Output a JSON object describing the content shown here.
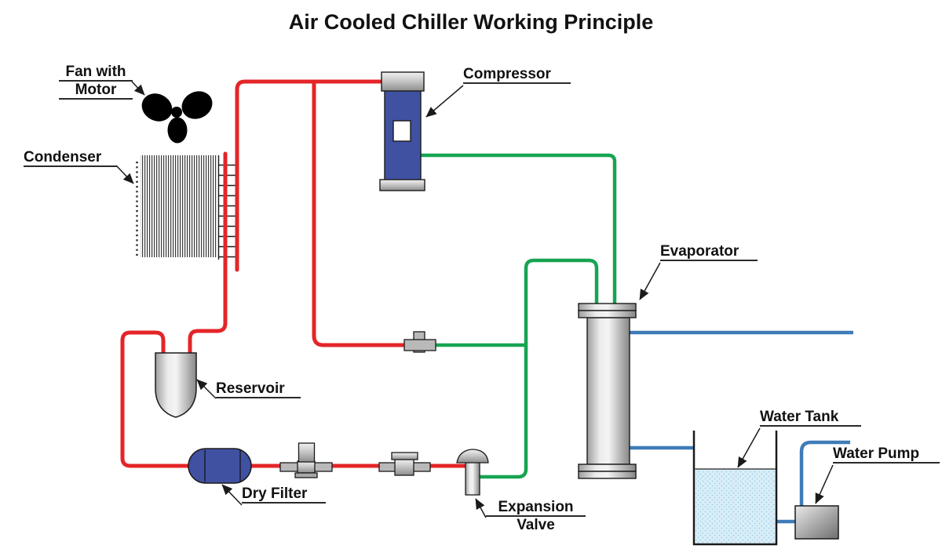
{
  "title": "Air Cooled Chiller Working Principle",
  "components": {
    "fan": {
      "label_line1": "Fan with",
      "label_line2": "Motor"
    },
    "condenser": {
      "label": "Condenser"
    },
    "compressor": {
      "label": "Compressor"
    },
    "evaporator": {
      "label": "Evaporator"
    },
    "reservoir": {
      "label": "Reservoir"
    },
    "dry_filter": {
      "label": "Dry Filter"
    },
    "expansion_valve": {
      "label_line1": "Expansion",
      "label_line2": "Valve"
    },
    "water_tank": {
      "label": "Water Tank"
    },
    "water_pump": {
      "label": "Water Pump"
    }
  },
  "colors": {
    "hot-line": "#E42528",
    "cold-line": "#16A452",
    "water-line": "#3E7CB8",
    "compressor-body": "#4051A2",
    "dry-filter-body": "#4051A2",
    "water-fill": "#D9EEF8",
    "label-ink": "#111111"
  }
}
